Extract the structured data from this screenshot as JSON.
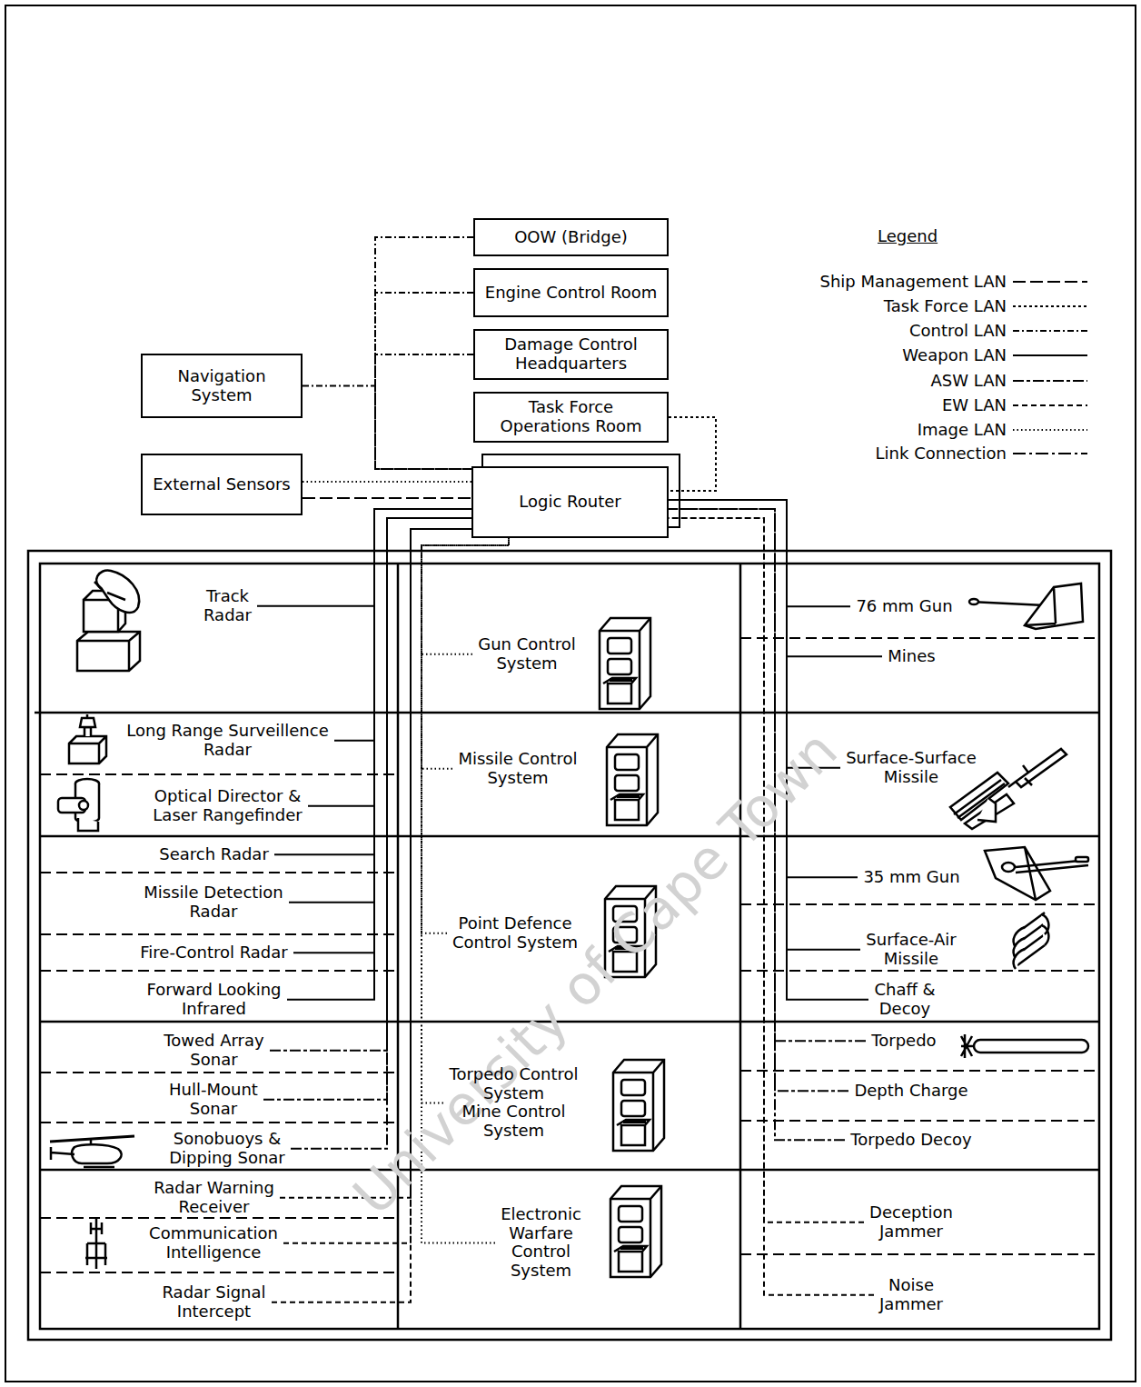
{
  "diagram": {
    "nodes": [
      {
        "text": [
          "OOW (Bridge)"
        ]
      },
      {
        "text": [
          "Engine Control Room"
        ]
      },
      {
        "text": [
          "Damage Control Headquarters"
        ]
      },
      {
        "text": [
          "Navigation System"
        ]
      },
      {
        "text": [
          "Task Force Operations Room"
        ]
      },
      {
        "text": [
          "External Sensors"
        ]
      },
      {
        "text": [
          "Logic Router"
        ]
      },
      {
        "text": [
          "Track Radar"
        ]
      },
      {
        "text": [
          "Gun Control System"
        ]
      },
      {
        "text": [
          "76 mm Gun"
        ]
      },
      {
        "text": [
          "Mines"
        ]
      },
      {
        "text": [
          "Long Range Surveillence Radar"
        ]
      },
      {
        "text": [
          "Optical Director & Laser Rangefinder"
        ]
      },
      {
        "text": [
          "Missile Control System"
        ]
      },
      {
        "text": [
          "Surface-Surface Missile"
        ]
      },
      {
        "text": [
          "Search Radar"
        ]
      },
      {
        "text": [
          "Missile Detection Radar"
        ]
      },
      {
        "text": [
          "Fire-Control Radar"
        ]
      },
      {
        "text": [
          "Forward Looking Infrared"
        ]
      },
      {
        "text": [
          "Point Defence Control System"
        ]
      },
      {
        "text": [
          "35 mm Gun"
        ]
      },
      {
        "text": [
          "Surface-Air Missile"
        ]
      },
      {
        "text": [
          "Chaff & Decoy"
        ]
      },
      {
        "text": [
          "Towed Array Sonar"
        ]
      },
      {
        "text": [
          "Hull-Mount Sonar"
        ]
      },
      {
        "text": [
          "Sonobuoys & Dipping Sonar"
        ]
      },
      {
        "text": [
          "Torpedo Control System",
          "Mine Control System"
        ]
      },
      {
        "text": [
          "Torpedo"
        ]
      },
      {
        "text": [
          "Depth Charge"
        ]
      },
      {
        "text": [
          "Torpedo Decoy"
        ]
      },
      {
        "text": [
          "Radar Warning Receiver"
        ]
      },
      {
        "text": [
          "Communication Intelligence"
        ]
      },
      {
        "text": [
          "Radar Signal Intercept"
        ]
      },
      {
        "text": [
          "Electronic Warfare Control System"
        ]
      },
      {
        "text": [
          "Deception Jammer"
        ]
      },
      {
        "text": [
          "Noise Jammer"
        ]
      }
    ],
    "edges": [
      {
        "from": 0,
        "to": 6,
        "arrow": "none"
      },
      {
        "from": 1,
        "to": 6,
        "arrow": "none"
      },
      {
        "from": 2,
        "to": 6,
        "arrow": "none"
      },
      {
        "from": 3,
        "to": 6,
        "arrow": "none"
      },
      {
        "from": 4,
        "to": 6,
        "arrow": "none"
      },
      {
        "from": 5,
        "to": 6,
        "arrow": "none"
      },
      {
        "from": 5,
        "to": 6,
        "arrow": "none"
      },
      {
        "from": 7,
        "to": 6,
        "arrow": "none"
      },
      {
        "from": 11,
        "to": 6,
        "arrow": "none"
      },
      {
        "from": 12,
        "to": 6,
        "arrow": "none"
      },
      {
        "from": 15,
        "to": 6,
        "arrow": "none"
      },
      {
        "from": 16,
        "to": 6,
        "arrow": "none"
      },
      {
        "from": 17,
        "to": 6,
        "arrow": "none"
      },
      {
        "from": 18,
        "to": 6,
        "arrow": "none"
      },
      {
        "from": 23,
        "to": 6,
        "arrow": "none"
      },
      {
        "from": 24,
        "to": 6,
        "arrow": "none"
      },
      {
        "from": 25,
        "to": 6,
        "arrow": "none"
      },
      {
        "from": 30,
        "to": 6,
        "arrow": "none"
      },
      {
        "from": 31,
        "to": 6,
        "arrow": "none"
      },
      {
        "from": 32,
        "to": 6,
        "arrow": "none"
      },
      {
        "from": 8,
        "to": 6,
        "arrow": "none"
      },
      {
        "from": 13,
        "to": 6,
        "arrow": "none"
      },
      {
        "from": 19,
        "to": 6,
        "arrow": "none"
      },
      {
        "from": 26,
        "to": 6,
        "arrow": "none"
      },
      {
        "from": 33,
        "to": 6,
        "arrow": "none"
      },
      {
        "from": 9,
        "to": 6,
        "arrow": "none"
      },
      {
        "from": 10,
        "to": 6,
        "arrow": "none"
      },
      {
        "from": 14,
        "to": 6,
        "arrow": "none"
      },
      {
        "from": 20,
        "to": 6,
        "arrow": "none"
      },
      {
        "from": 21,
        "to": 6,
        "arrow": "none"
      },
      {
        "from": 22,
        "to": 6,
        "arrow": "none"
      },
      {
        "from": 27,
        "to": 6,
        "arrow": "none"
      },
      {
        "from": 28,
        "to": 6,
        "arrow": "none"
      },
      {
        "from": 29,
        "to": 6,
        "arrow": "none"
      },
      {
        "from": 34,
        "to": 6,
        "arrow": "none"
      },
      {
        "from": 35,
        "to": 6,
        "arrow": "none"
      }
    ],
    "labels": [
      "Legend",
      "University of Cape Town"
    ],
    "legend": [
      {
        "text": "Ship Management LAN"
      },
      {
        "text": "Task Force LAN"
      },
      {
        "text": "Control LAN"
      },
      {
        "text": "Weapon LAN"
      },
      {
        "text": "ASW LAN"
      },
      {
        "text": "EW LAN"
      },
      {
        "text": "Image LAN"
      },
      {
        "text": "Link Connection"
      }
    ]
  }
}
